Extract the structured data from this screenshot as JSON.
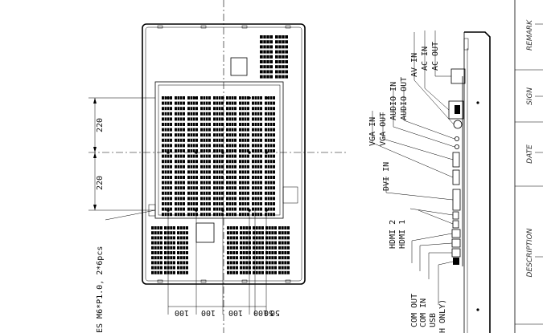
{
  "rear_view": {
    "dimension_top": "220",
    "dimension_bottom": "220",
    "screw_note": "ES M6*P1.0, 2*6pcs",
    "pitch_labels": [
      "100",
      "100",
      "100",
      "100",
      "50",
      "50"
    ]
  },
  "side_view": {
    "ports": {
      "ac_out": "AC OUT",
      "ac_in": "AC IN",
      "av_in": "AV IN",
      "audio_out": "AUDIO OUT",
      "audio_in": "AUDIO IN",
      "vga_out": "VGA OUT",
      "vga_in": "VGA IN",
      "dvi_in": "DVI IN",
      "hdmi_2": "HDMI 2",
      "hdmi_1": "HDMI 1",
      "com_out": "COM OUT",
      "com_in": "COM IN",
      "usb": "USB",
      "touch_only": "H ONLY)"
    }
  },
  "title_block": {
    "remark": "REMARK",
    "sign": "SIGN",
    "date": "DATE",
    "description": "DESCRIPTION"
  }
}
